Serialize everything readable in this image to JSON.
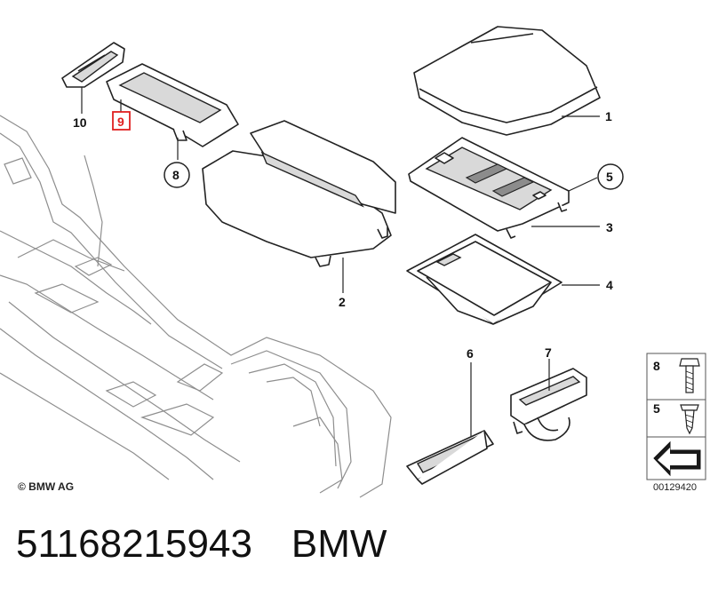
{
  "callouts": {
    "c1": "1",
    "c2": "2",
    "c3": "3",
    "c4": "4",
    "c5": "5",
    "c6": "6",
    "c7": "7",
    "c8": "8",
    "c9": "9",
    "c10": "10"
  },
  "legend": {
    "item_a": "8",
    "item_b": "5"
  },
  "diagram_id": "00129420",
  "copyright": "© BMW AG",
  "footer": {
    "part_number": "51168215943",
    "brand": "BMW"
  },
  "colors": {
    "highlight": "#e02020",
    "line": "#222222",
    "console": "#8e8e8e"
  }
}
